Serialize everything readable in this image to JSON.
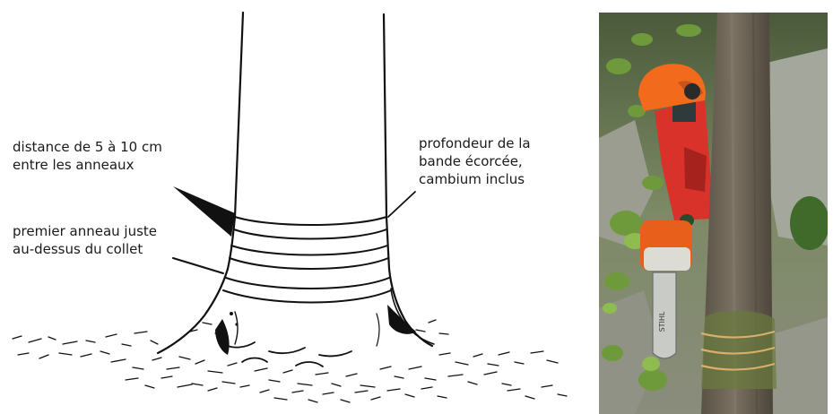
{
  "labels": {
    "distance": {
      "line1": "distance de 5 à 10 cm",
      "line2": "entre les anneaux"
    },
    "premier": {
      "line1": "premier anneau juste",
      "line2": "au-dessus du collet"
    },
    "profondeur": {
      "line1": "profondeur de la",
      "line2": "bande écorcée,",
      "line3": "cambium inclus"
    }
  },
  "photo": {
    "chainsaw_brand": "STIHL"
  },
  "colors": {
    "line": "#111111",
    "helmet": "#f26a1b",
    "jacket": "#d8322b",
    "trunk": "#6e6557",
    "foliage": "#6f9a3c",
    "rock": "#a3a79c"
  }
}
